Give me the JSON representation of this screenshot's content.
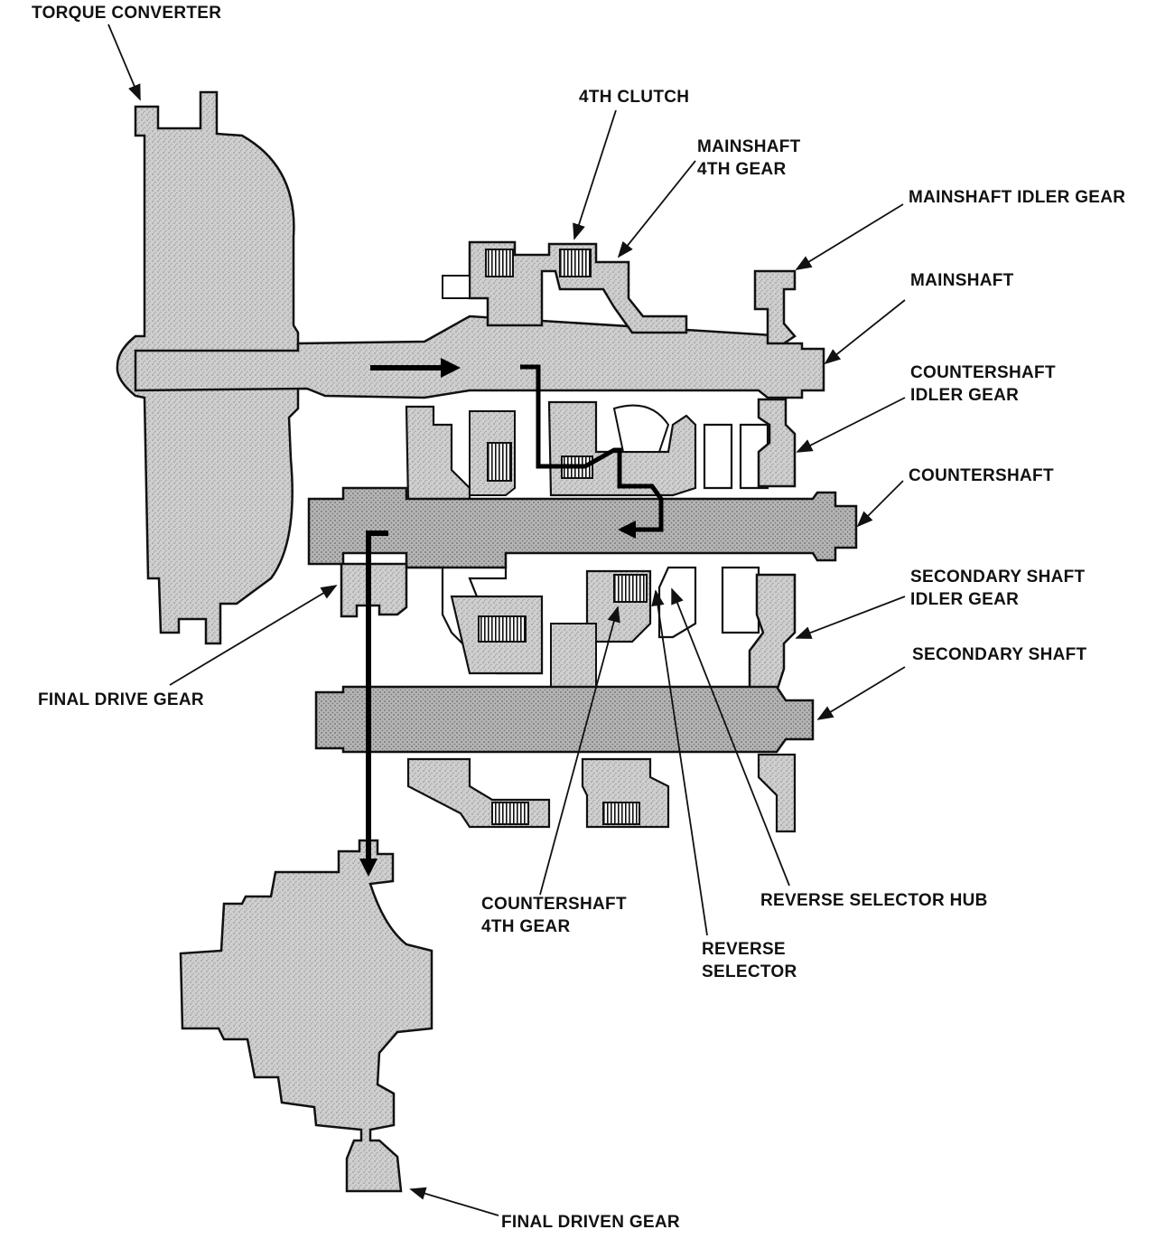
{
  "diagram": {
    "colors": {
      "ink": "#111111",
      "metal": "#c9c9c9",
      "metal_dark": "#a8a8a8",
      "paper": "#ffffff",
      "flow": "#000000"
    },
    "labels": {
      "torque_converter": "TORQUE CONVERTER",
      "clutch_4th": "4TH CLUTCH",
      "mainshaft_4th_gear_1": "MAINSHAFT",
      "mainshaft_4th_gear_2": "4TH GEAR",
      "mainshaft_idler_gear": "MAINSHAFT IDLER GEAR",
      "mainshaft": "MAINSHAFT",
      "countershaft_idler_gear_1": "COUNTERSHAFT",
      "countershaft_idler_gear_2": "IDLER GEAR",
      "countershaft": "COUNTERSHAFT",
      "secondary_shaft_idler_gear_1": "SECONDARY SHAFT",
      "secondary_shaft_idler_gear_2": "IDLER GEAR",
      "secondary_shaft": "SECONDARY SHAFT",
      "final_drive_gear": "FINAL DRIVE GEAR",
      "countershaft_4th_gear_1": "COUNTERSHAFT",
      "countershaft_4th_gear_2": "4TH GEAR",
      "reverse_selector_1": "REVERSE",
      "reverse_selector_2": "SELECTOR",
      "reverse_selector_hub": "REVERSE SELECTOR HUB",
      "final_driven_gear": "FINAL DRIVEN GEAR"
    }
  }
}
